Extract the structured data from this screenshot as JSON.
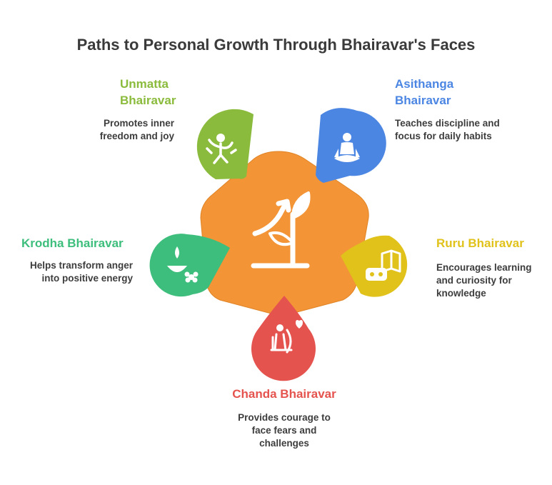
{
  "title": "Paths to Personal Growth Through Bhairavar's Faces",
  "colors": {
    "center": "#F39436",
    "unmatta": "#8BBB3C",
    "asithanga": "#4C86E3",
    "krodha": "#3DBE7C",
    "ruru": "#E0C21B",
    "chanda": "#E5534E"
  },
  "center": {
    "icon": "growth-plant-icon"
  },
  "faces": {
    "unmatta": {
      "title_line1": "Unmatta",
      "title_line2": "Bhairavar",
      "desc_line1": "Promotes inner",
      "desc_line2": "freedom and joy",
      "icon": "dancing-person-icon"
    },
    "asithanga": {
      "title_line1": "Asithanga",
      "title_line2": "Bhairavar",
      "desc_line1": "Teaches discipline and",
      "desc_line2": "focus for daily habits",
      "icon": "meditation-icon"
    },
    "krodha": {
      "title": "Krodha Bhairavar",
      "desc_line1": "Helps transform anger",
      "desc_line2": "into positive energy",
      "icon": "lamp-flower-icon"
    },
    "ruru": {
      "title": "Ruru Bhairavar",
      "desc_line1": "Encourages learning",
      "desc_line2": "and curiosity for",
      "desc_line3": "knowledge",
      "icon": "book-icon"
    },
    "chanda": {
      "title": "Chanda Bhairavar",
      "desc_line1": "Provides courage to",
      "desc_line2": "face fears and",
      "desc_line3": "challenges",
      "icon": "warrior-heart-icon"
    }
  }
}
